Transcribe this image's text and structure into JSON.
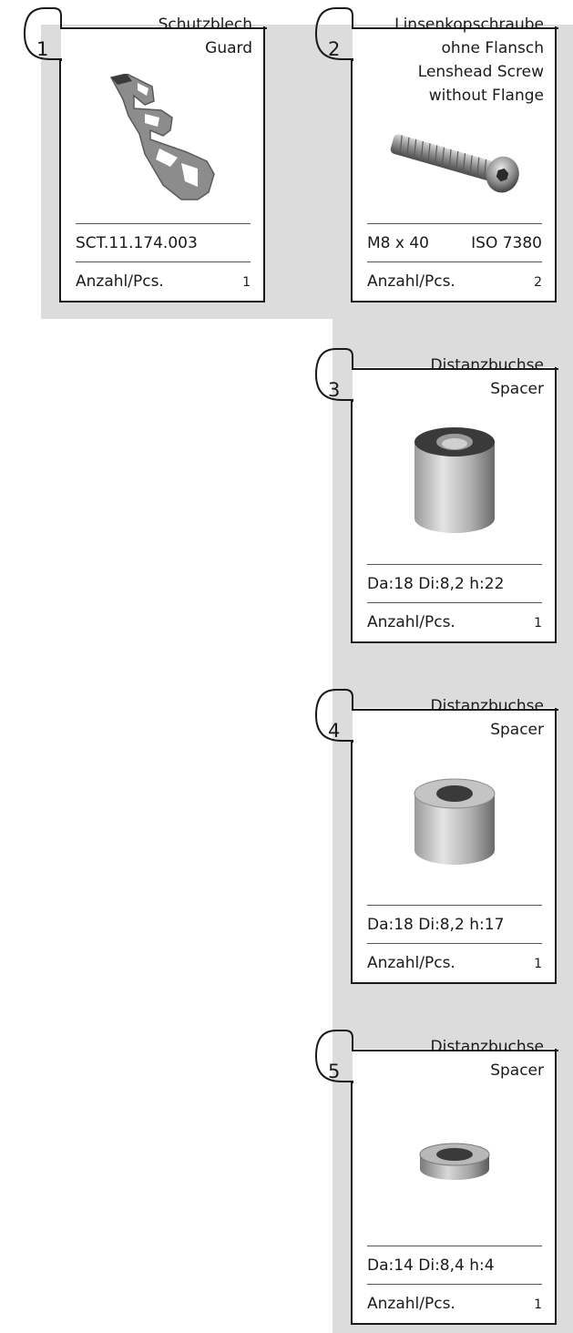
{
  "qty_label": "Anzahl/Pcs.",
  "parts": [
    {
      "number": "1",
      "title": [
        "Schutzblech",
        "Guard"
      ],
      "spec_left": "SCT.11.174.003",
      "spec_right": "",
      "count": "1",
      "icon": "guard-bracket-icon"
    },
    {
      "number": "2",
      "title": [
        "Linsenkopschraube",
        "ohne Flansch",
        "Lenshead Screw",
        "without Flange"
      ],
      "spec_left": "M8 x 40",
      "spec_right": "ISO 7380",
      "count": "2",
      "icon": "screw-icon"
    },
    {
      "number": "3",
      "title": [
        "Distanzbuchse",
        "Spacer"
      ],
      "spec_left": "Da:18 Di:8,2 h:22",
      "spec_right": "",
      "count": "1",
      "icon": "spacer-tall-icon"
    },
    {
      "number": "4",
      "title": [
        "Distanzbuchse",
        "Spacer"
      ],
      "spec_left": "Da:18 Di:8,2 h:17",
      "spec_right": "",
      "count": "1",
      "icon": "spacer-medium-icon"
    },
    {
      "number": "5",
      "title": [
        "Distanzbuchse",
        "Spacer"
      ],
      "spec_left": "Da:14 Di:8,4 h:4",
      "spec_right": "",
      "count": "1",
      "icon": "spacer-flat-icon"
    }
  ]
}
